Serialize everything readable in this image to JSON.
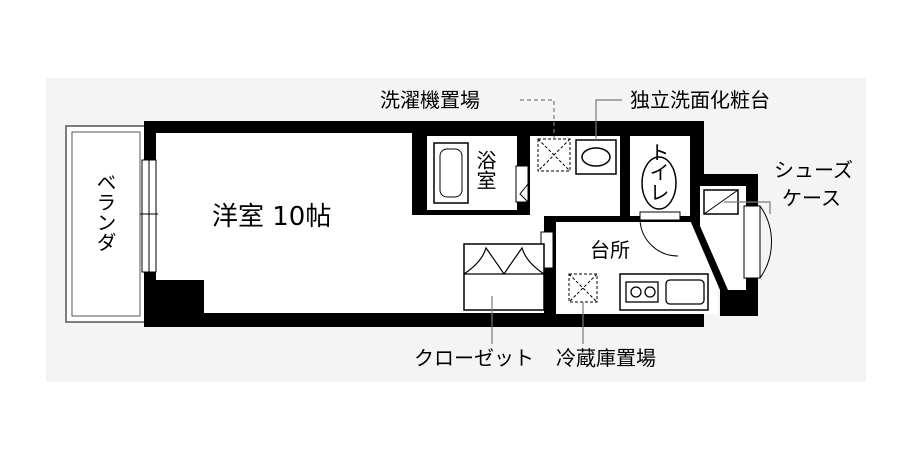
{
  "colors": {
    "wall": "#000000",
    "line": "#7a7a7a",
    "background": "#f4f4f4"
  },
  "rooms": {
    "western": "洋室 10帖",
    "bath": "浴室",
    "toilet": "トイレ",
    "kitchen": "台所",
    "veranda": "ベランダ"
  },
  "callouts": {
    "washer": "洗濯機置場",
    "vanity": "独立洗面化粧台",
    "shoe_case_1": "シューズ",
    "shoe_case_2": "ケース",
    "closet": "クローゼット",
    "fridge": "冷蔵庫置場"
  }
}
